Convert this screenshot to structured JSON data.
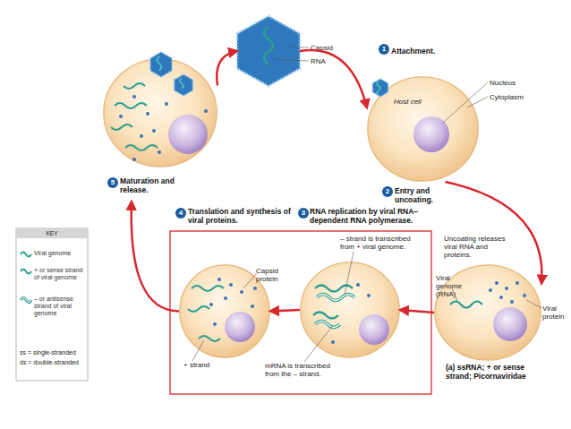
{
  "diagram": {
    "nodes": [
      {
        "text": [
          "Capsid",
          "RNA"
        ]
      },
      {
        "text": [
          "Attachment.",
          "Host cell",
          "Nucleus",
          "Cytoplasm"
        ]
      },
      {
        "text": [
          "Uncoating releases viral RNA and proteins.",
          "Viral genome (RNA)",
          "Viral protein",
          "(a) ssRNA; + or sense strand; Picornaviridae"
        ]
      },
      {
        "text": [
          "RNA replication by viral RNA–dependent RNA polymerase.",
          "– strand is transcribed from + viral genome.",
          "mRNA is transcribed from the – strand."
        ]
      },
      {
        "text": [
          "Translation and synthesis of viral proteins.",
          "Capsid protein",
          "+ strand"
        ]
      },
      {
        "text": [
          "Maturation and release."
        ]
      }
    ],
    "edges": [
      {
        "from": 5,
        "to": 0,
        "arrow": "to"
      },
      {
        "from": 0,
        "to": 1,
        "arrow": "to"
      },
      {
        "from": 1,
        "to": 2,
        "label": "Entry and uncoating.",
        "arrow": "to"
      },
      {
        "from": 2,
        "to": 3,
        "arrow": "to"
      },
      {
        "from": 3,
        "to": 4,
        "arrow": "to"
      },
      {
        "from": 4,
        "to": 5,
        "arrow": "to"
      }
    ],
    "labels": [
      "1",
      "2",
      "3",
      "4",
      "5",
      "KEY",
      "ss = single-stranded",
      "ds = double-stranded"
    ],
    "legend": [
      {
        "text": "Viral genome"
      },
      {
        "text": "+ or sense strand of viral genome"
      },
      {
        "text": "– or antisense strand of viral genome"
      }
    ]
  }
}
